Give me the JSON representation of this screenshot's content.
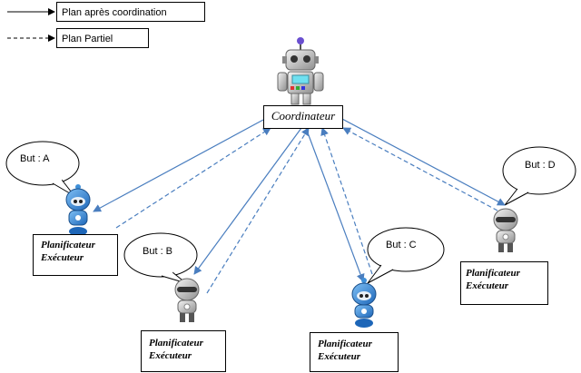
{
  "legend": {
    "solid": "Plan après coordination",
    "dashed": "Plan Partiel"
  },
  "coordinator": {
    "label": "Coordinateur"
  },
  "agents": [
    {
      "goal": "But : A",
      "role1": "Planificateur",
      "role2": "Exécuteur",
      "robot": "blue"
    },
    {
      "goal": "But : B",
      "role1": "Planificateur",
      "role2": "Exécuteur",
      "robot": "silver"
    },
    {
      "goal": "But : C",
      "role1": "Planificateur",
      "role2": "Exécuteur",
      "robot": "blue"
    },
    {
      "goal": "But : D",
      "role1": "Planificateur",
      "role2": "Exécuteur",
      "robot": "silver"
    }
  ],
  "colors": {
    "arrow": "#4a7ebf",
    "blue_robot": "#3f8fd8",
    "silver_robot": "#c9c9c9"
  }
}
